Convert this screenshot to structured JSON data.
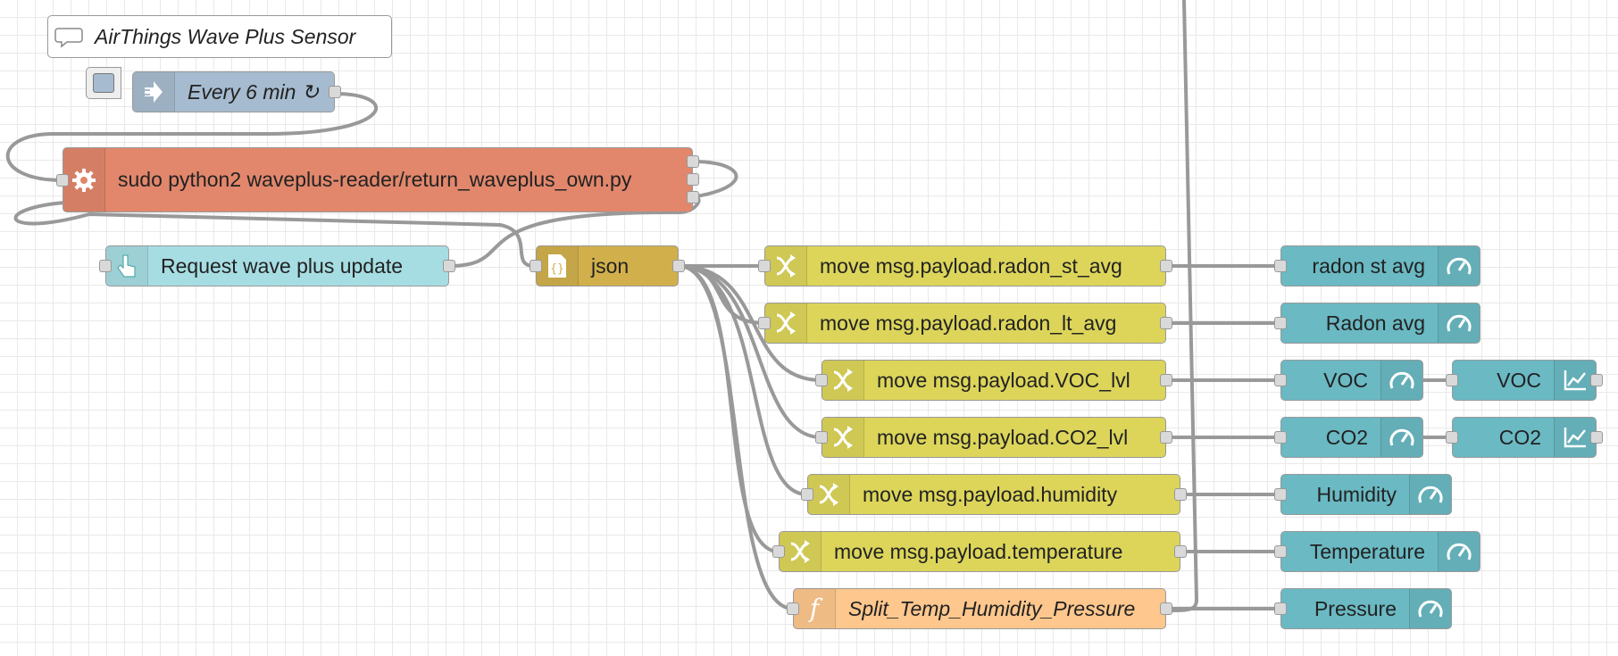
{
  "flow": {
    "comment": "AirThings Wave Plus Sensor",
    "inject": {
      "label": "Every 6 min",
      "repeat_glyph": "↻"
    },
    "exec": {
      "label": "sudo python2 waveplus-reader/return_waveplus_own.py"
    },
    "button": {
      "label": "Request wave plus update"
    },
    "json": {
      "label": "json"
    },
    "changes": [
      {
        "label": "move msg.payload.radon_st_avg"
      },
      {
        "label": "move msg.payload.radon_lt_avg"
      },
      {
        "label": "move msg.payload.VOC_lvl"
      },
      {
        "label": "move msg.payload.CO2_lvl"
      },
      {
        "label": "move msg.payload.humidity"
      },
      {
        "label": "move msg.payload.temperature"
      }
    ],
    "function": {
      "label": "Split_Temp_Humidity_Pressure"
    },
    "gauges": [
      {
        "label": "radon st avg"
      },
      {
        "label": "Radon avg"
      },
      {
        "label": "VOC"
      },
      {
        "label": "CO2"
      },
      {
        "label": "Humidity"
      },
      {
        "label": "Temperature"
      },
      {
        "label": "Pressure"
      }
    ],
    "charts": [
      {
        "label": "VOC"
      },
      {
        "label": "CO2"
      }
    ]
  },
  "colors": {
    "inject": "#a6bbcf",
    "exec": "#e2876c",
    "ui_button": "#a6dde3",
    "json": "#d1b04c",
    "change": "#dcd55a",
    "function": "#fdc78d",
    "dashboard": "#6ab9c3",
    "wire": "#999999"
  },
  "icons": {
    "comment": "comment-icon",
    "inject": "inject-arrow-icon",
    "exec": "gear-icon",
    "button": "hand-pointer-icon",
    "json": "json-braces-icon",
    "change": "shuffle-icon",
    "function": "function-icon",
    "gauge": "gauge-icon",
    "chart": "line-chart-icon"
  }
}
